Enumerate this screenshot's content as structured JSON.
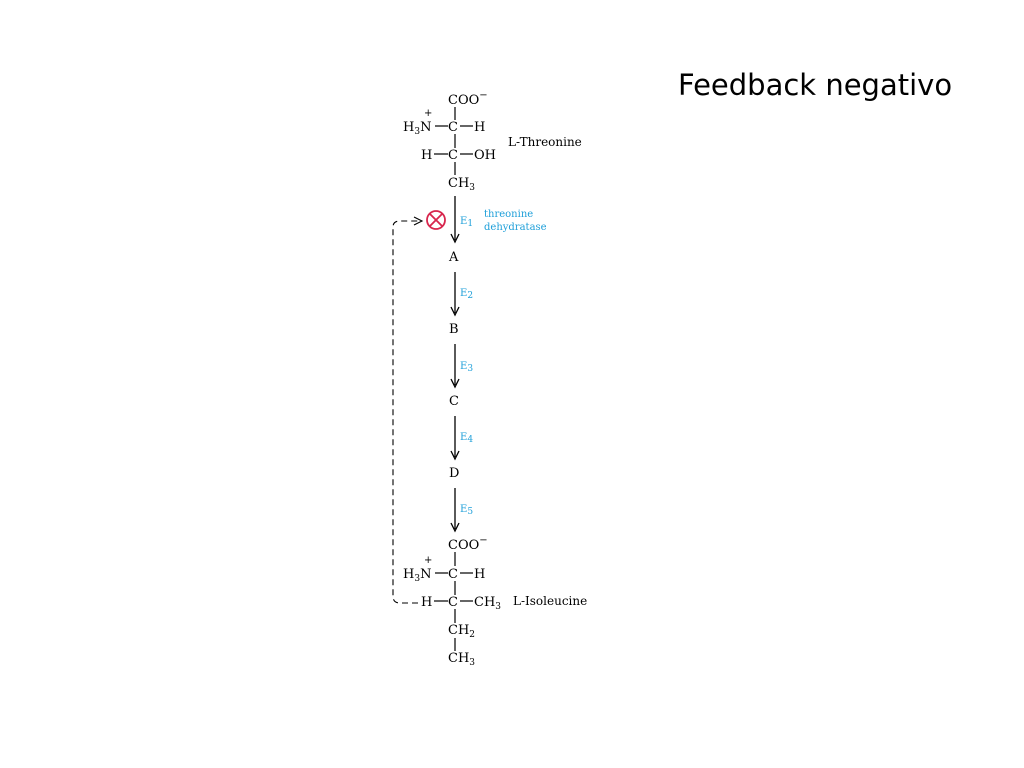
{
  "title": "Feedback negativo",
  "colors": {
    "enzyme": "#1e9fd9",
    "inhibition": "#d8264d",
    "line": "#000000"
  },
  "threonine": {
    "coo": "COO",
    "charge_minus": "−",
    "h3": "H",
    "h3_sub": "3",
    "n": "N",
    "charge_plus": "+",
    "c": "C",
    "h": "H",
    "oh": "OH",
    "ch": "CH",
    "ch3_sub": "3",
    "name": "L-Threonine"
  },
  "steps": [
    {
      "enzyme": "E",
      "enzyme_sub": "1",
      "product": "A"
    },
    {
      "enzyme": "E",
      "enzyme_sub": "2",
      "product": "B"
    },
    {
      "enzyme": "E",
      "enzyme_sub": "3",
      "product": "C"
    },
    {
      "enzyme": "E",
      "enzyme_sub": "4",
      "product": "D"
    },
    {
      "enzyme": "E",
      "enzyme_sub": "5",
      "product": ""
    }
  ],
  "enzyme1_name": [
    "threonine",
    "dehydratase"
  ],
  "inhibition_icon": "inhibition-symbol",
  "isoleucine": {
    "coo": "COO",
    "charge_minus": "−",
    "h3": "H",
    "h3_sub": "3",
    "n": "N",
    "charge_plus": "+",
    "c": "C",
    "h": "H",
    "ch": "CH",
    "ch3_sub": "3",
    "ch2_sub": "2",
    "name": "L-Isoleucine"
  }
}
